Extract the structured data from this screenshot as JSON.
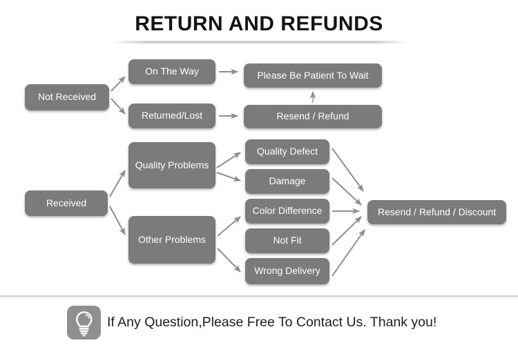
{
  "title": "RETURN AND REFUNDS",
  "nodes": {
    "not_received": "Not Received",
    "on_the_way": "On The Way",
    "returned_lost": "Returned/Lost",
    "please_wait": "Please Be Patient To Wait",
    "resend_refund": "Resend / Refund",
    "received": "Received",
    "quality_problems": "Quality Problems",
    "other_problems": "Other Problems",
    "quality_defect": "Quality Defect",
    "damage": "Damage",
    "color_difference": "Color Difference",
    "not_fit": "Not Fit",
    "wrong_delivery": "Wrong Delivery",
    "resend_refund_discount": "Resend / Refund / Discount"
  },
  "footer": {
    "icon": "lightbulb-icon",
    "message": "If Any Question,Please Free To Contact Us. Thank you!"
  },
  "colors": {
    "box_fill": "#7b7b7b",
    "box_text": "#ffffff",
    "arrow": "#8d8d8d",
    "title_text": "#141414",
    "divider": "#d6d6d6",
    "background": "#ffffff",
    "icon_fill": "#8f8f8f"
  }
}
